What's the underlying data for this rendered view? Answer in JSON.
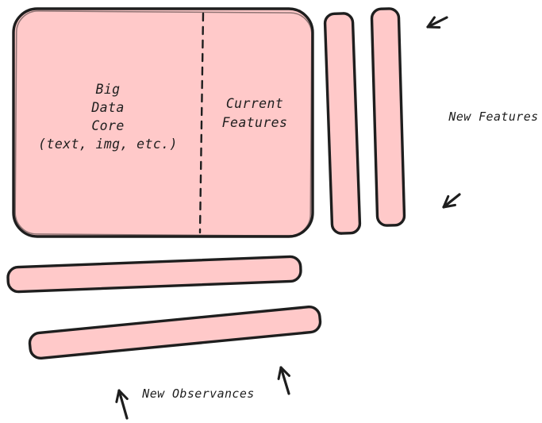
{
  "colors": {
    "shape_fill": "#ffc9c9",
    "ink": "#1e1e1e",
    "background": "#ffffff"
  },
  "core_box": {
    "lines": [
      "Big",
      "Data",
      "Core",
      "(text, img, etc.)"
    ],
    "right_lines": [
      "Current",
      "Features"
    ]
  },
  "labels": {
    "new_features": "New Features",
    "new_observances": "New Observances"
  }
}
